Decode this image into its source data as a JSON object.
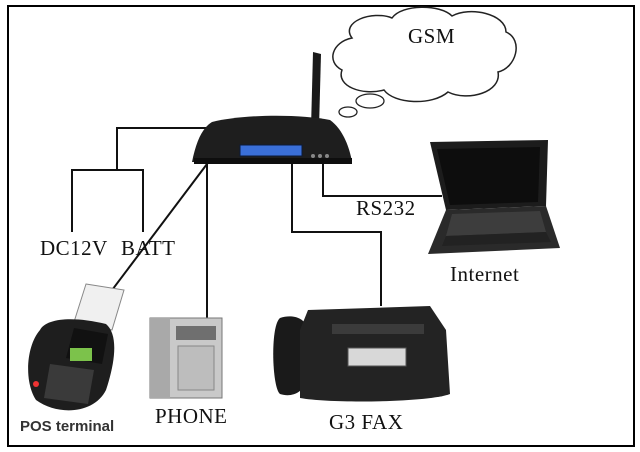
{
  "diagram": {
    "cloud_label": "GSM",
    "labels": {
      "power": "DC12V",
      "battery": "BATT",
      "serial": "RS232",
      "internet": "Internet",
      "pos": "POS terminal",
      "phone": "PHONE",
      "fax": "G3 FAX"
    },
    "colors": {
      "line": "#111111",
      "device_body": "#1a1a1a",
      "lcd": "#3a6fd8"
    }
  }
}
